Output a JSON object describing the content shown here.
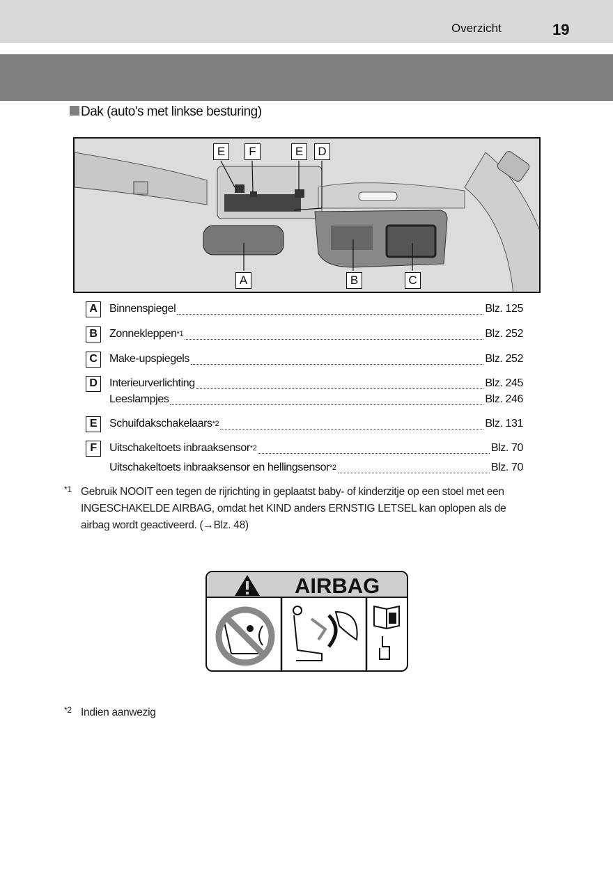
{
  "header": {
    "section": "Overzicht",
    "page_number": "19"
  },
  "heading": "Dak (auto's met linkse besturing)",
  "figure": {
    "labels_top": [
      "E",
      "F",
      "E",
      "D"
    ],
    "labels_bottom": [
      "A",
      "B",
      "C"
    ]
  },
  "items": [
    {
      "letter": "A",
      "label": "Binnenspiegel",
      "sup": "",
      "page": "Blz. 125"
    },
    {
      "letter": "B",
      "label": "Zonnekleppen",
      "sup": "*1",
      "page": "Blz. 252"
    },
    {
      "letter": "C",
      "label": "Make-upspiegels",
      "sup": "",
      "page": "Blz. 252"
    },
    {
      "letter": "D",
      "label": "Interieurverlichting",
      "sup": "",
      "page": "Blz. 245"
    },
    {
      "letter": "",
      "label": "Leeslampjes",
      "sup": "",
      "page": "Blz. 246"
    },
    {
      "letter": "E",
      "label": "Schuifdakschakelaars",
      "sup": "*2",
      "page": "Blz. 131"
    },
    {
      "letter": "F",
      "label": "Uitschakeltoets inbraaksensor",
      "sup": "*2",
      "page": "Blz. 70"
    },
    {
      "letter": "",
      "label": "Uitschakeltoets inbraaksensor en hellingsensor",
      "sup": "*2",
      "page": "Blz. 70"
    }
  ],
  "footnotes": [
    {
      "mark": "*1",
      "text": "Gebruik NOOIT een tegen de rijrichting in geplaatst baby- of kinderzitje op een stoel met een INGESCHAKELDE AIRBAG, omdat het KIND anders ERNSTIG LETSEL kan oplopen als de airbag wordt geactiveerd. (→Blz. 48)"
    },
    {
      "mark": "*2",
      "text": "Indien aanwezig"
    }
  ],
  "airbag_label": {
    "title": "AIRBAG"
  }
}
